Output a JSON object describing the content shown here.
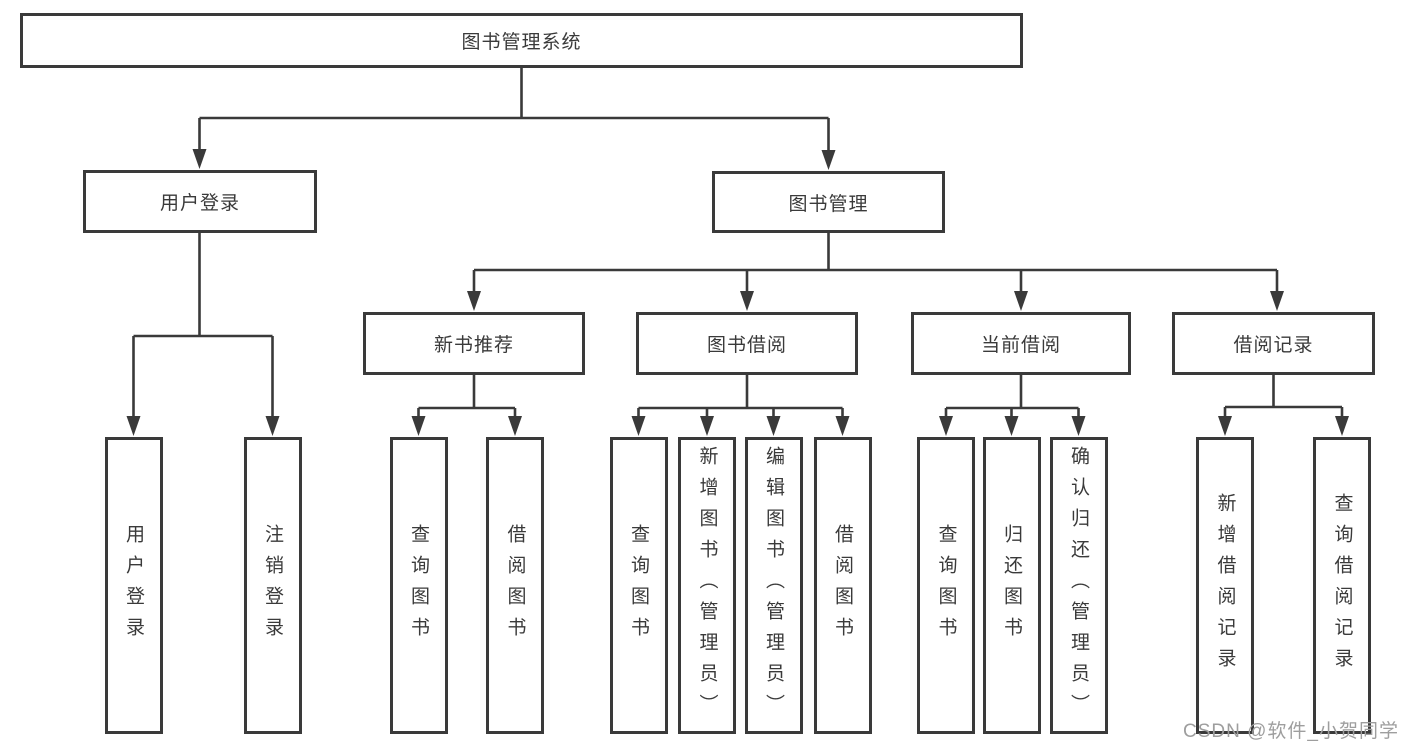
{
  "diagram_title": "图书管理系统",
  "watermark": "CSDN @软件_小贺同学",
  "colors": {
    "line": "#3a3a3a",
    "text": "#3a3a3a",
    "box_fill": "#ffffff",
    "watermark": "#9e9e9e",
    "background": "#ffffff"
  },
  "tree": {
    "root": {
      "label": "图书管理系统"
    },
    "branches": [
      {
        "label": "用户登录",
        "children": [
          {
            "label": "用户登录"
          },
          {
            "label": "注销登录"
          }
        ]
      },
      {
        "label": "图书管理",
        "children": [
          {
            "label": "新书推荐",
            "children": [
              {
                "label": "查询图书"
              },
              {
                "label": "借阅图书"
              }
            ]
          },
          {
            "label": "图书借阅",
            "children": [
              {
                "label": "查询图书"
              },
              {
                "label": "新增图书（管理员）"
              },
              {
                "label": "编辑图书（管理员）"
              },
              {
                "label": "借阅图书"
              }
            ]
          },
          {
            "label": "当前借阅",
            "children": [
              {
                "label": "查询图书"
              },
              {
                "label": "归还图书"
              },
              {
                "label": "确认归还（管理员）"
              }
            ]
          },
          {
            "label": "借阅记录",
            "children": [
              {
                "label": "新增借阅记录"
              },
              {
                "label": "查询借阅记录"
              }
            ]
          }
        ]
      }
    ]
  }
}
